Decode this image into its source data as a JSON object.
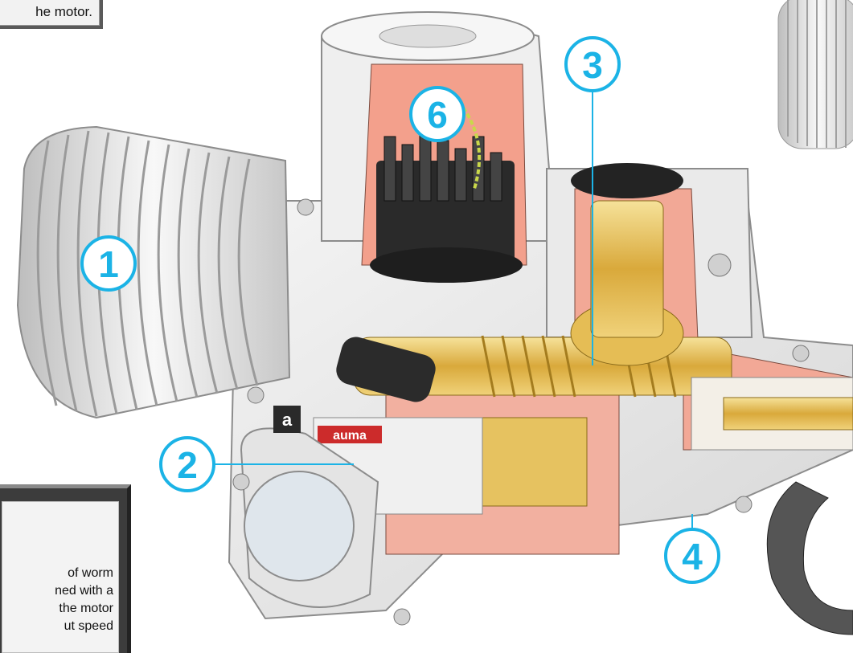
{
  "top_caption": {
    "text": "he motor."
  },
  "bottom_caption": {
    "lines": [
      "of worm",
      "ned with a",
      "the motor",
      "ut speed"
    ]
  },
  "nameplate": {
    "brand": "auma",
    "badge": "a"
  },
  "callouts": [
    {
      "number": "1",
      "part": "motor"
    },
    {
      "number": "2",
      "part": "control-unit"
    },
    {
      "number": "3",
      "part": "worm-shaft"
    },
    {
      "number": "4",
      "part": "output-drive"
    },
    {
      "number": "6",
      "part": "switch-mechanism"
    }
  ],
  "colors": {
    "callout": "#1bb3e6",
    "housing": "#e9e9e9",
    "cutaway": "#f3a08c",
    "brass": "#e8c35a",
    "dark": "#2a2a2a"
  }
}
